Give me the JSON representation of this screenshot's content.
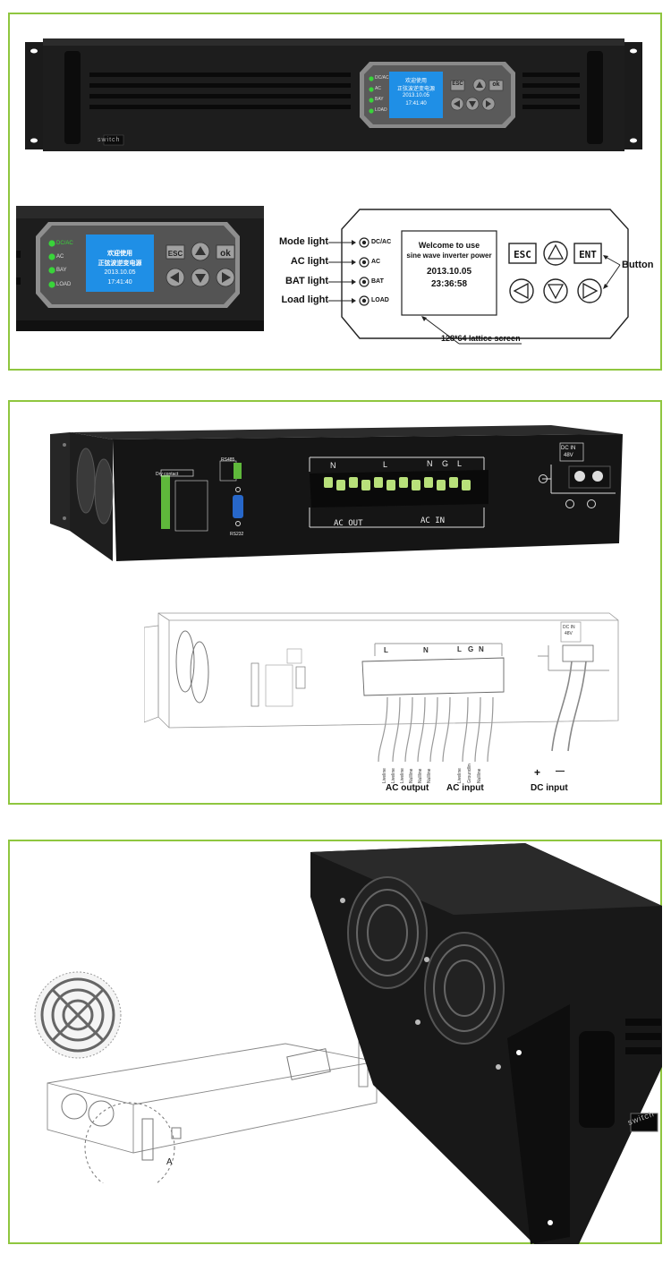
{
  "colors": {
    "accent_border": "#8fc63f",
    "device_black": "#1b1b1b",
    "lcd_blue": "#1f8fe6",
    "led_green": "#39d43a",
    "terminal_green": "#b8e07a"
  },
  "section1": {
    "switch_label": "switch",
    "led_labels": [
      "DC/AC",
      "AC",
      "BAY",
      "LOAD"
    ],
    "lcd_line1": "欢迎使用",
    "lcd_line2": "正弦波逆变电源",
    "lcd_date": "2013.10.05",
    "lcd_time": "17:41:40",
    "btn_esc": "ESC",
    "btn_ok": "ok",
    "diagram": {
      "labels": [
        "Mode light",
        "AC light",
        "BAT light",
        "Load light"
      ],
      "led_names": [
        "DC/AC",
        "AC",
        "BAT",
        "LOAD"
      ],
      "screen_line1": "Welcome to use",
      "screen_line2": "sine wave inverter power",
      "screen_date": "2013.10.05",
      "screen_time": "23:36:58",
      "btn_esc": "ESC",
      "btn_ent": "ENT",
      "button_label": "Button",
      "screen_caption": "128*64 lattice screen"
    }
  },
  "section2": {
    "terminal_top_labels": [
      "N",
      "L",
      "N",
      "G",
      "L"
    ],
    "ac_out": "AC OUT",
    "ac_in": "AC IN",
    "dc_in": "DC IN",
    "dc_volt": "48V",
    "dry_contact": "Dry contact",
    "rs485": "RS485",
    "rs232": "RS232",
    "sketch": {
      "top_labels": [
        "L",
        "N",
        "L",
        "G",
        "N"
      ],
      "wire_labels": [
        "Liveline",
        "Liveline",
        "Liveline",
        "Nullline",
        "Nullline",
        "Nullline",
        "Liveline",
        "Groundline",
        "Nullline"
      ],
      "ac_output": "AC output",
      "ac_input": "AC input",
      "dc_input": "DC input",
      "plus": "+",
      "minus": "—",
      "dc_in": "DC IN",
      "dc_volt": "48V"
    }
  },
  "section3": {
    "detail_label": "A",
    "switch_label": "switch"
  }
}
